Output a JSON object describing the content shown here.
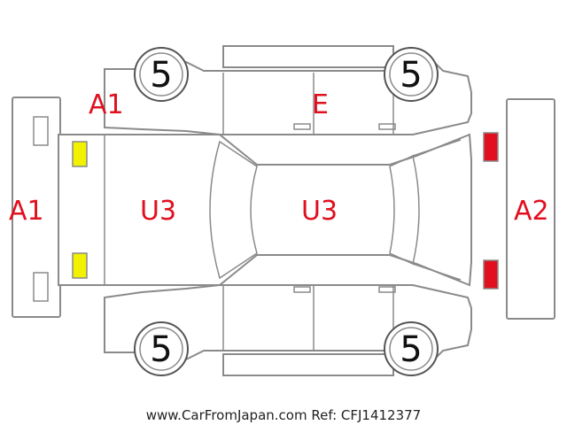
{
  "marks": {
    "a1_front_left": "A1",
    "a1_front": "A1",
    "e_roof": "E",
    "u3_hood": "U3",
    "u3_roof": "U3",
    "a2_rear": "A2"
  },
  "wheels": {
    "top_left": "5",
    "top_right": "5",
    "bottom_left": "5",
    "bottom_right": "5"
  },
  "footer": {
    "text": "www.CarFromJapan.com Ref: CFJ1412377"
  },
  "colors": {
    "mark_red": "#e0101e",
    "headlight_yellow": "#f2f200",
    "taillight_red": "#e0101e",
    "outline_gray": "#8a8a8a"
  }
}
